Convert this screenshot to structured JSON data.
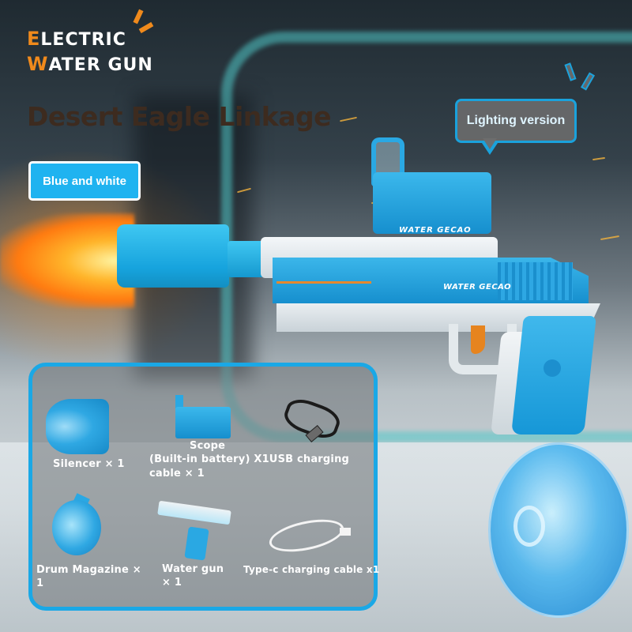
{
  "header": {
    "title_line1": {
      "initial": "E",
      "rest": "LECTRIC"
    },
    "title_line2": {
      "initial": "W",
      "rest": "ATER GUN"
    },
    "headline": "Desert Eagle Linkage"
  },
  "badges": {
    "color_variant": "Blue and white",
    "lighting_callout": "Lighting version"
  },
  "product": {
    "slide_branding": "WATER GECAO",
    "scope_branding": "WATER GECAO"
  },
  "accessories": {
    "items": [
      {
        "icon": "silencer-icon",
        "label": "Silencer × 1"
      },
      {
        "icon": "scope-icon",
        "label_line1": "Scope",
        "label_line2": "(Built-in battery) X1USB charging",
        "label_line3": "cable × 1"
      },
      {
        "icon": "usb-cable-icon",
        "label": ""
      },
      {
        "icon": "drum-magazine-icon",
        "label_line1": "Drum Magazine ×",
        "label_line2": "1"
      },
      {
        "icon": "water-gun-icon",
        "label_line1": "Water gun",
        "label_line2": "× 1"
      },
      {
        "icon": "type-c-cable-icon",
        "label": "Type-c charging cable x1"
      }
    ]
  },
  "colors": {
    "accent_orange": "#f08a1c",
    "headline_brown": "#3d2b1f",
    "badge_blue": "#1fb3f0",
    "frame_blue": "#1aa8e6",
    "gun_blue": "#1697d7"
  }
}
